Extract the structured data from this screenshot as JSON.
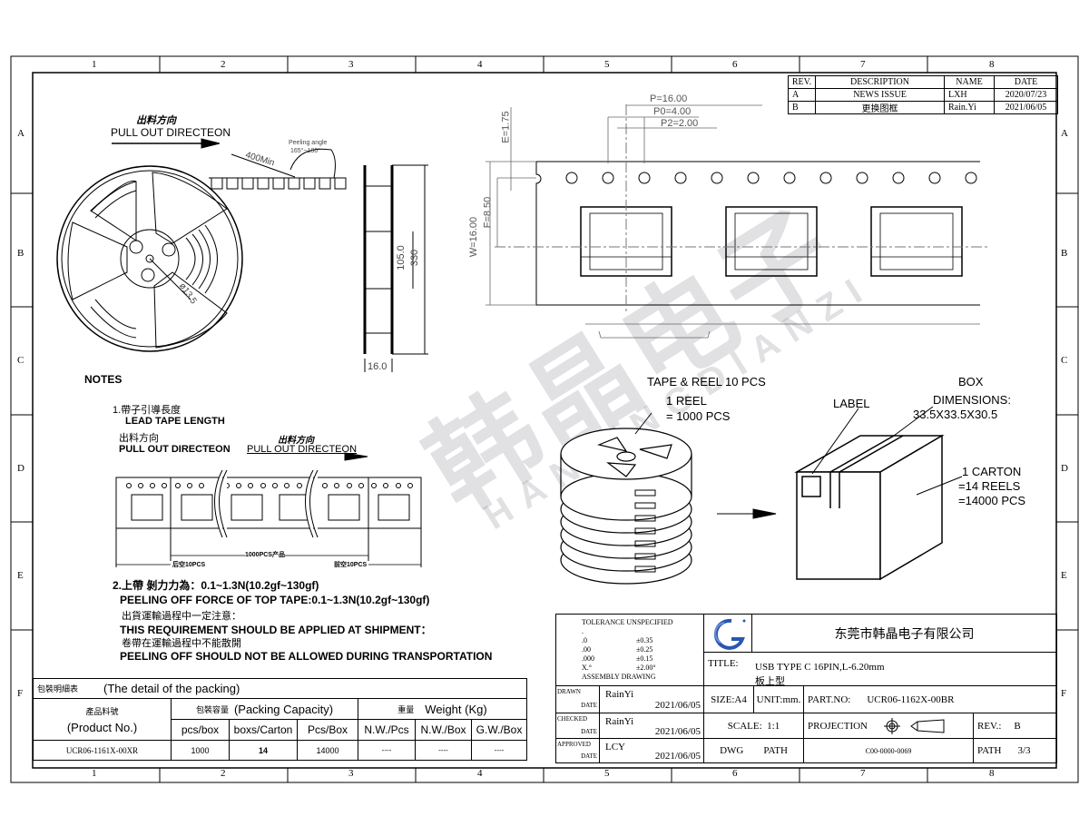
{
  "frame": {
    "columns": [
      "1",
      "2",
      "3",
      "4",
      "5",
      "6",
      "7",
      "8"
    ],
    "rows": [
      "A",
      "B",
      "C",
      "D",
      "E",
      "F"
    ]
  },
  "revision_table": {
    "headers": [
      "REV.",
      "DESCRIPTION",
      "NAME",
      "DATE"
    ],
    "rows": [
      [
        "A",
        "NEWS ISSUE",
        "LXH",
        "2020/07/23"
      ],
      [
        "B",
        "更换图框",
        "Rain.Yi",
        "2021/06/05"
      ]
    ]
  },
  "reel_view": {
    "direction_cn": "出料方向",
    "direction_en": "PULL OUT DIRECTEON",
    "leader_length": "400Min",
    "peeling_angle_label": "Peeling angle",
    "peeling_angle_value": "165°~180°",
    "hub_diameter": "ø13.5",
    "hub_width": "105.0",
    "reel_diameter": "330",
    "reel_width": "16.0"
  },
  "tape_view": {
    "pitch": "P=16.00",
    "p0": "P0=4.00",
    "p2": "P2=2.00",
    "e": "E=1.75",
    "f": "F=8.50",
    "w": "W=16.00"
  },
  "notes": {
    "title": "NOTES",
    "n1_cn": "1.帶子引導長度",
    "n1_en": "LEAD TAPE LENGTH",
    "dir_cn": "出料方向",
    "dir_en": "PULL OUT DIRECTEON",
    "dir2_cn": "出料方向",
    "dir2_en": "PULL OUT DIRECTEON",
    "trailer": "后空10PCS",
    "product": "1000PCS产品",
    "leader": "前空10PCS",
    "n2_cn": "2.上帶 剝力力為：0.1~1.3N(10.2gf~130gf)",
    "n2_en": "PEELING OFF FORCE OF TOP TAPE:0.1~1.3N(10.2gf~130gf)",
    "n3_cn": "出貨運輸過程中一定注意：",
    "n3_en": "THIS REQUIREMENT SHOULD BE APPLIED AT SHIPMENT：",
    "n4_cn": "卷帶在運輸過程中不能散開",
    "n4_en": "PEELING OFF SHOULD NOT BE ALLOWED DURING TRANSPORTATION"
  },
  "packing_diagram": {
    "tape_reel": "TAPE & REEL 10 PCS",
    "reel_qty_1": "1 REEL",
    "reel_qty_2": "= 1000 PCS",
    "label": "LABEL",
    "box": "BOX",
    "dimensions": "DIMENSIONS:",
    "dimensions_value": "33.5X33.5X30.5",
    "carton_1": "1 CARTON",
    "carton_2": "=14 REELS",
    "carton_3": "=14000 PCS"
  },
  "packing_table": {
    "title_cn": "包裝明細表",
    "title_en": "(The detail of the packing)",
    "product_cn": "產品料號",
    "product_en": "(Product No.)",
    "capacity_cn": "包裝容量",
    "capacity_en": "(Packing Capacity)",
    "weight_cn": "重量",
    "weight_en": "Weight (Kg)",
    "subheaders": [
      "pcs/box",
      "boxs/Carton",
      "Pcs/Box",
      "N.W./Pcs",
      "N.W./Box",
      "G.W./Box"
    ],
    "row": [
      "UCR06-1161X-00XR",
      "1000",
      "14",
      "14000",
      "----",
      "----",
      "----"
    ]
  },
  "title_block": {
    "tolerance_title": "TOLERANCE UNSPECIFIED",
    "tolerances": [
      [
        ".",
        ""
      ],
      [
        ".0",
        "±0.35"
      ],
      [
        ".00",
        "±0.25"
      ],
      [
        ".000",
        "±0.15"
      ],
      [
        "X.°",
        "±2.00°"
      ]
    ],
    "assembly": "ASSEMBLY DRAWING",
    "company": "东莞市韩晶电子有限公司",
    "title_label": "TITLE:",
    "title_line1": "USB TYPE C 16PIN,L-6.20mm",
    "title_line2": "板上型",
    "drawn_label": "DRAWN",
    "checked_label": "CHECKED",
    "approved_label": "APPROVED",
    "date_label": "DATE",
    "drawn_name": "RainYi",
    "drawn_date": "2021/06/05",
    "checked_name": "RainYi",
    "checked_date": "2021/06/05",
    "approved_name": "LCY",
    "approved_date": "2021/06/05",
    "size": "SIZE:A4",
    "unit": "UNIT:mm.",
    "part_label": "PART.NO:",
    "part_no": "UCR06-1162X-00BR",
    "scale": "SCALE:  1:1",
    "projection": "PROJECTION",
    "rev_label": "REV.:",
    "rev": "B",
    "dwg": "DWG",
    "path_label": "PATH",
    "dwg_no": "C00-0000-0069",
    "sheet_label": "PATH",
    "sheet": "3/3"
  },
  "watermark": {
    "cn": "韩晶电子",
    "en": "HANJINGDIANZI"
  }
}
